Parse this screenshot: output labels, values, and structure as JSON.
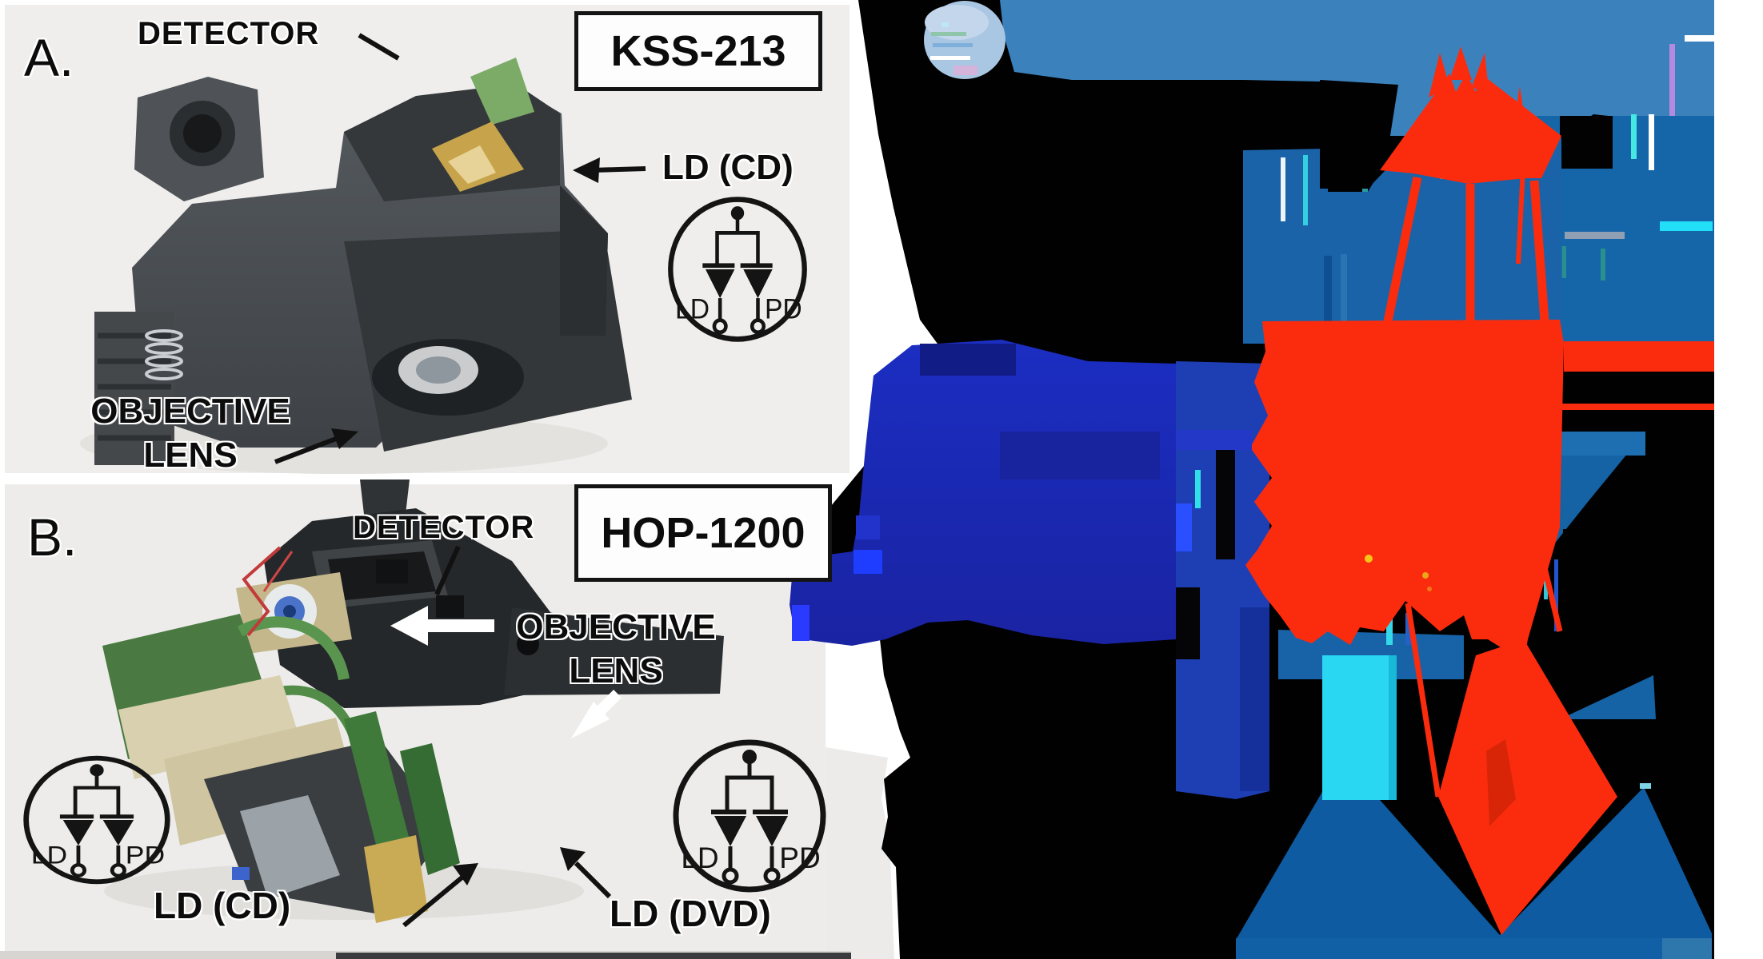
{
  "figure": {
    "panel_a": {
      "tag": "A.",
      "detector_label": "DETECTOR",
      "model": "KSS-213",
      "ld_cd_label": "LD (CD)",
      "objective_label_line1": "OBJECTIVE",
      "objective_label_line2": "LENS",
      "diode_symbol": {
        "ld": "LD",
        "pd": "PD"
      }
    },
    "panel_b": {
      "tag": "B.",
      "detector_label": "DETECTOR",
      "model": "HOP-1200",
      "objective_label_line1": "OBJECTIVE",
      "objective_label_line2": "LENS",
      "ld_cd_label": "LD (CD)",
      "ld_dvd_label": "LD (DVD)",
      "diode_symbol_left": {
        "ld": "LD",
        "pd": "PD"
      },
      "diode_symbol_right": {
        "ld": "LD",
        "pd": "PD"
      }
    },
    "colors": {
      "panel_background": "#efeeec",
      "laser_red": "#fb2c0e",
      "deep_red": "#d92507",
      "steel_blue": "#3b82bd",
      "denim_blue": "#1a63a8",
      "royal_navy": "#1d2fbe",
      "royal_field": "#1e3fb4",
      "mountain_blue": "#0e5ba2",
      "cyan": "#29d7f2",
      "disc_blue": "#a9c6e3",
      "black": "#000000"
    }
  }
}
